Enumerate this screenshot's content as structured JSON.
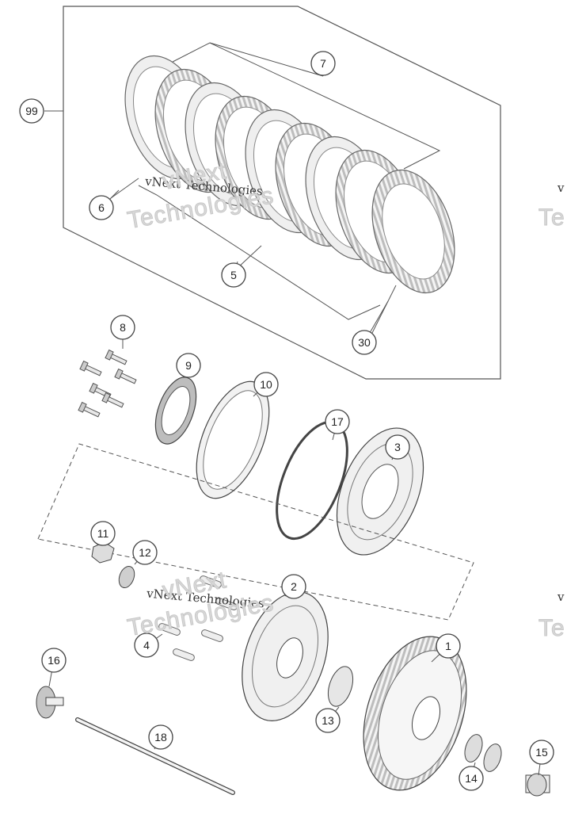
{
  "callouts": [
    "99",
    "7",
    "6",
    "5",
    "30",
    "8",
    "9",
    "10",
    "17",
    "3",
    "11",
    "12",
    "2",
    "4",
    "16",
    "1",
    "13",
    "18",
    "14",
    "15"
  ],
  "watermark": {
    "text": "vNext Technologies",
    "large_text_1": "vNext",
    "large_text_2": "Technologies",
    "edge_v": "v",
    "edge_te": "Te"
  }
}
